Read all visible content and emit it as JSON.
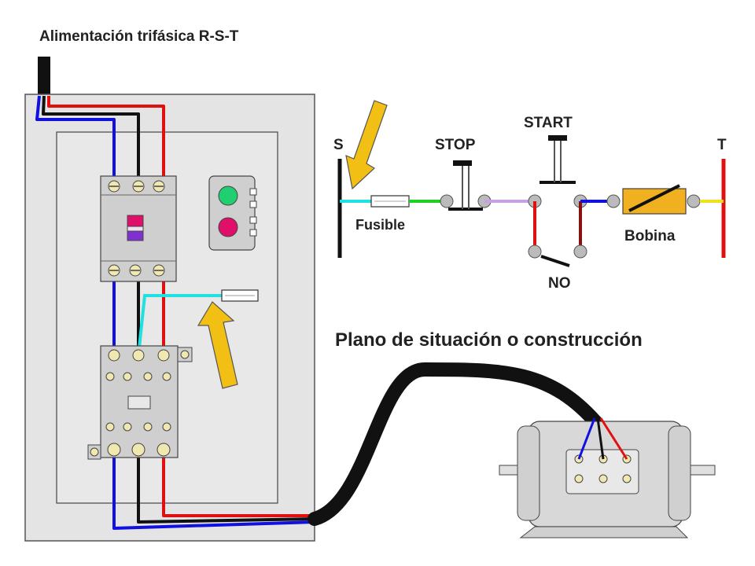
{
  "labels": {
    "supply_title": "Alimentación trifásica R-S-T",
    "phase_s": "S",
    "phase_t": "T",
    "stop": "STOP",
    "start": "START",
    "no": "NO",
    "fuse": "Fusible",
    "coil": "Bobina",
    "plan_title": "Plano de situación o construcción"
  },
  "colors": {
    "phase_r": "#e01010",
    "phase_s": "#1010e0",
    "phase_t": "#111111",
    "control": "#20e0e0",
    "green_wire": "#20d020",
    "violet_wire": "#c8a0e8",
    "dark_red_wire": "#8a1010",
    "yellow_wire": "#f0e020",
    "arrow": "#f2c014",
    "coil": "#f0b020",
    "panel": "#e4e4e4",
    "device": "#cfcfcf",
    "button_green": "#20d070",
    "button_red": "#e0106a"
  },
  "icons": {
    "arrow_left": "arrow-icon",
    "arrow_panel": "arrow-icon",
    "start_button": "push-button-icon",
    "stop_button": "push-button-icon"
  }
}
